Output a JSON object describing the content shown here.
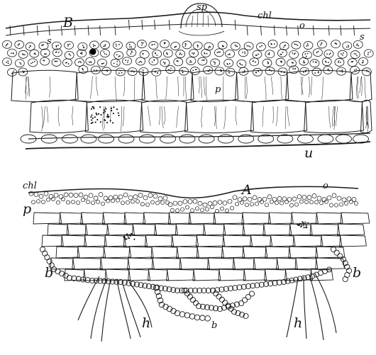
{
  "figure": {
    "section_B": {
      "panel_letter": "B",
      "labels": {
        "s_left": "s",
        "sp": "sp",
        "chl": "chl",
        "o": "o",
        "s_right": "s",
        "p": "p",
        "u": "u"
      }
    },
    "section_A": {
      "panel_letter": "A",
      "labels": {
        "chl": "chl",
        "o": "o",
        "p": "p",
        "b_left": "b",
        "b_right": "b",
        "b_bottom": "b",
        "h_left": "h",
        "h_right": "h"
      }
    }
  }
}
